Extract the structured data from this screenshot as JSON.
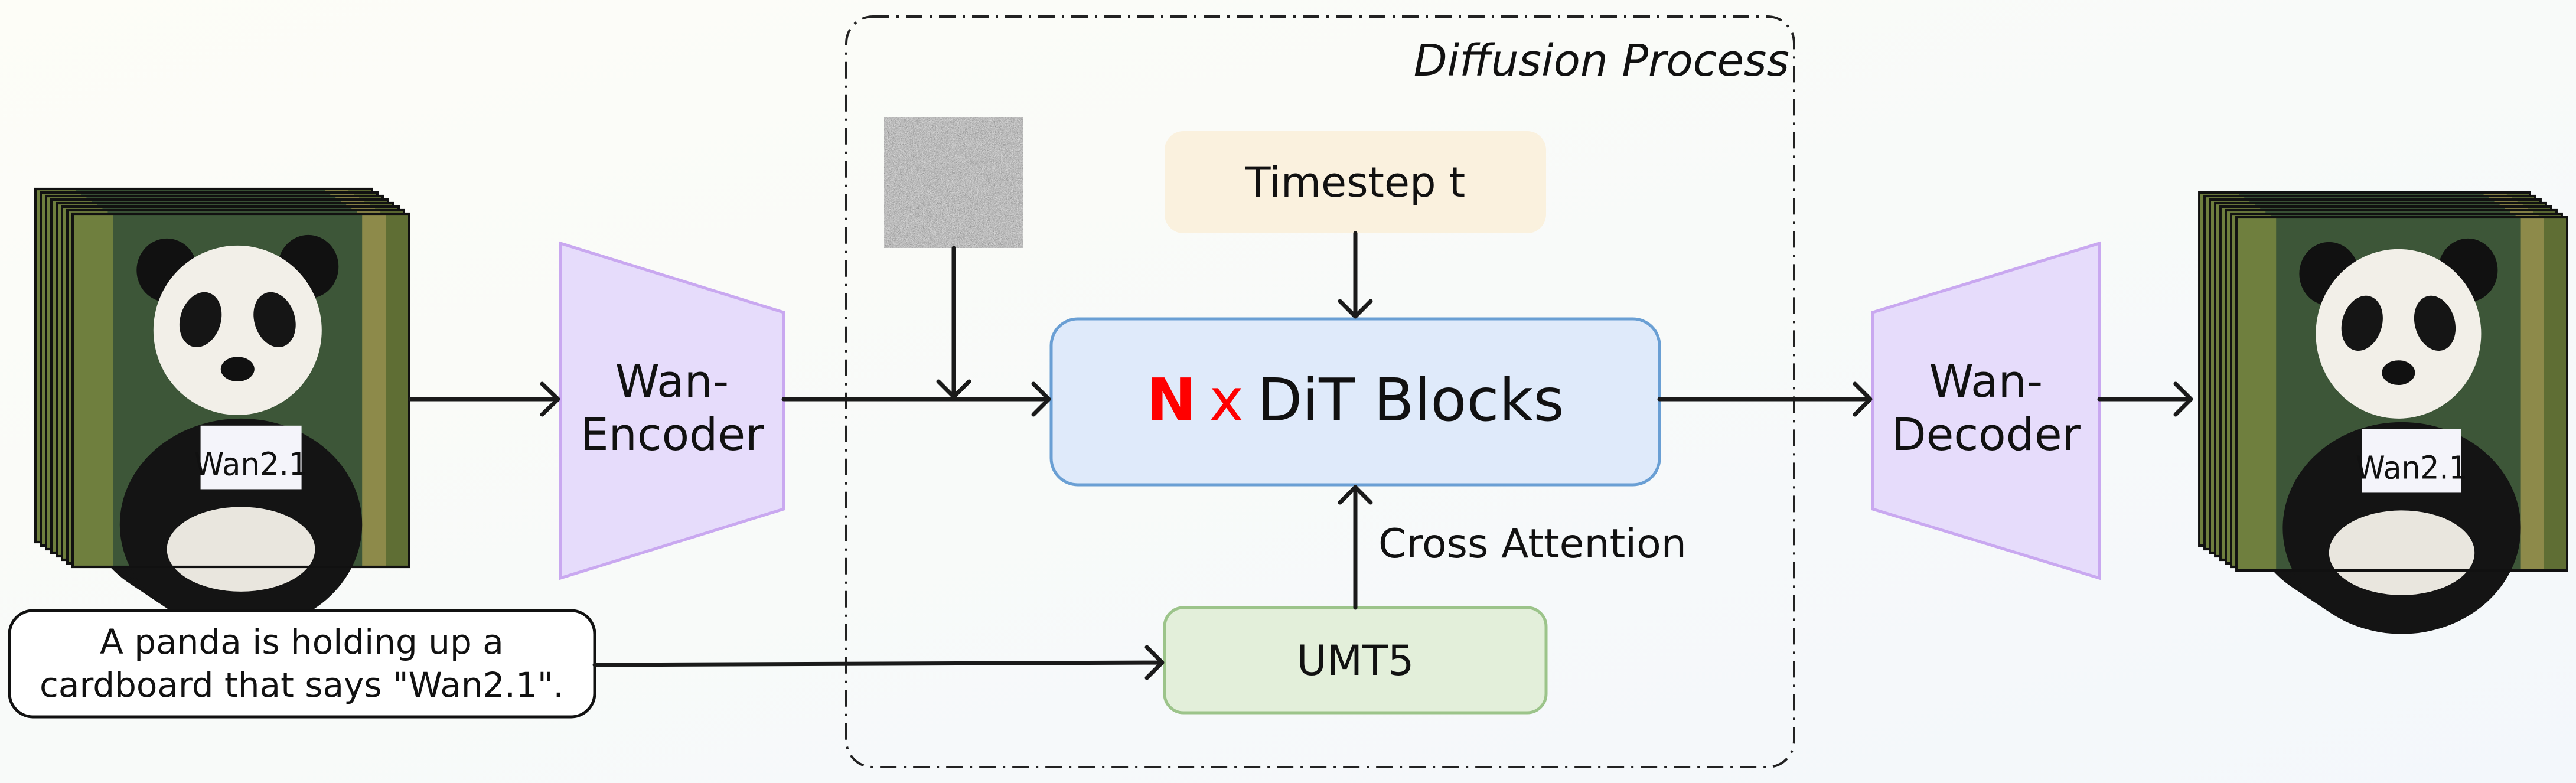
{
  "diffusion_process": {
    "title": "Diffusion Process"
  },
  "encoder": {
    "line1": "Wan-",
    "line2": "Encoder"
  },
  "decoder": {
    "line1": "Wan-",
    "line2": "Decoder"
  },
  "timestep": {
    "label": "Timestep t"
  },
  "dit": {
    "n": "N",
    "x": "x",
    "label": "DiT Blocks"
  },
  "cross_attention": {
    "label": "Cross Attention"
  },
  "umt5": {
    "label": "UMT5"
  },
  "prompt": {
    "line1": "A panda is holding up a",
    "line2": "cardboard that says \"Wan2.1\"."
  },
  "image_sign_text": "Wan2.1",
  "colors": {
    "encoder_fill": "#e6dcfb",
    "encoder_stroke": "#c9a8f0",
    "timestep_fill": "#faf1de",
    "dit_fill": "#dfeafa",
    "dit_stroke": "#6a9fd4",
    "umt5_fill": "#e3efda",
    "umt5_stroke": "#9cc48a",
    "accent_red": "#ff0000"
  }
}
